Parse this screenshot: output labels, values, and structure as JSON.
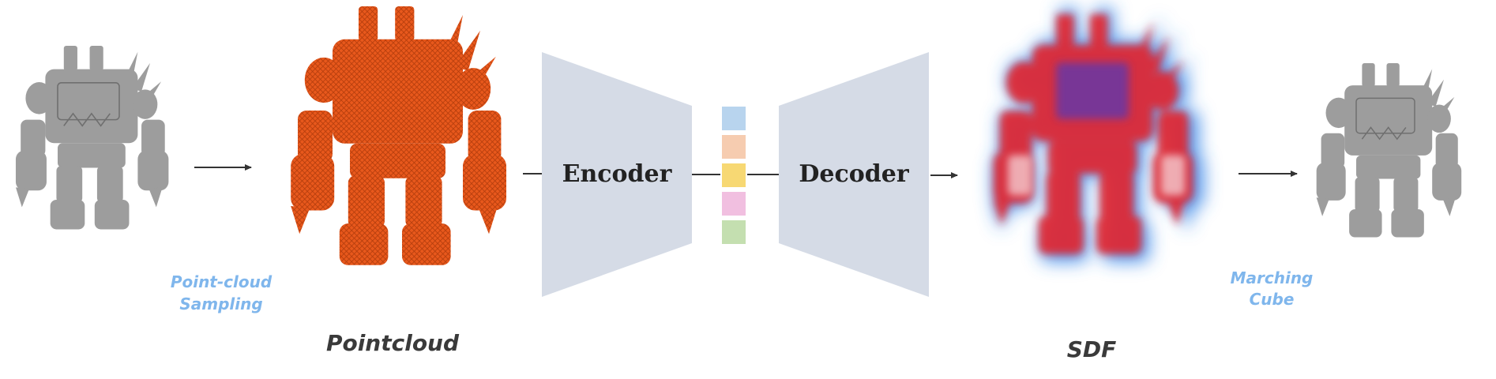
{
  "labels": {
    "sampling_line1": "Point-cloud",
    "sampling_line2": "Sampling",
    "pointcloud": "Pointcloud",
    "encoder": "Encoder",
    "decoder": "Decoder",
    "sdf": "SDF",
    "marching_line1": "Marching",
    "marching_line2": "Cube"
  },
  "colors": {
    "mesh_gray": "#9a9a9a",
    "pointcloud_orange": "#e8581c",
    "trapezoid": "#d5dbe6",
    "sdf_red": "#e4262c",
    "sdf_blue": "#3a86e8",
    "accent_label": "#7fb6ec",
    "text_dark": "#3a3a3a",
    "latent": [
      "#b8d4ee",
      "#f6ccb0",
      "#f7d873",
      "#f1bfe0",
      "#c4dfb0"
    ]
  },
  "icons": [
    "input-mesh-icon",
    "pointcloud-robot-icon",
    "sdf-robot-icon",
    "output-mesh-icon"
  ]
}
